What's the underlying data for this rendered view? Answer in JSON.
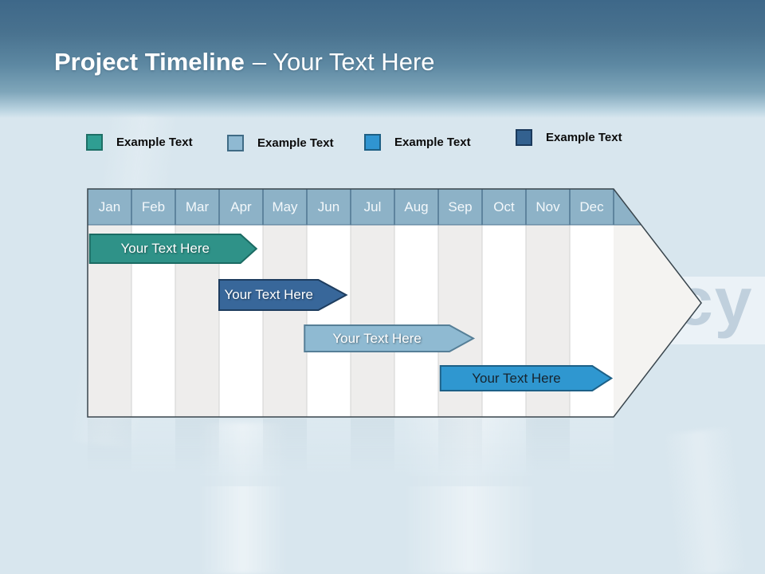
{
  "slide": {
    "title": {
      "bold": "Project Timeline",
      "separator": "–",
      "light": "Your Text Here"
    }
  },
  "legend": {
    "items": [
      {
        "label": "Example Text",
        "fill": "#2f9e92",
        "border": "#1d6f66"
      },
      {
        "label": "Example Text",
        "fill": "#8fb9d2",
        "border": "#3f6b85"
      },
      {
        "label": "Example Text",
        "fill": "#3095d1",
        "border": "#1d5f84"
      },
      {
        "label": "Example Text",
        "fill": "#33618f",
        "border": "#1b3a5c"
      }
    ]
  },
  "timeline": {
    "months": [
      "Jan",
      "Feb",
      "Mar",
      "Apr",
      "May",
      "Jun",
      "Jul",
      "Aug",
      "Sep",
      "Oct",
      "Nov",
      "Dec"
    ],
    "header_fill": "#8db2c7",
    "header_separator_color": "#4e7490",
    "column_colors": {
      "odd": "#eeedec",
      "even": "#ffffff"
    },
    "outline_color": "#39454d",
    "bars": [
      {
        "label": "Your Text Here",
        "start_month": "Jan",
        "end_month": "Mar",
        "start": 0.05,
        "end": 3.85,
        "fill": "#2f9288",
        "border": "#1b6b63",
        "text_color": "#ffffff"
      },
      {
        "label": "Your Text Here",
        "start_month": "Apr",
        "end_month": "May",
        "start": 3.0,
        "end": 5.9,
        "fill": "#38679a",
        "border": "#1e3d5f",
        "text_color": "#ffffff"
      },
      {
        "label": "Your Text Here",
        "start_month": "Jun",
        "end_month": "Aug",
        "start": 4.95,
        "end": 8.8,
        "fill": "#8fbad2",
        "border": "#567f97",
        "text_color": "#ffffff"
      },
      {
        "label": "Your Text Here",
        "start_month": "Sep",
        "end_month": "Dec",
        "start": 8.05,
        "end": 11.95,
        "fill": "#2f97d0",
        "border": "#1d6087",
        "text_color": "#17242e"
      }
    ]
  },
  "watermark": {
    "text": "cy"
  }
}
